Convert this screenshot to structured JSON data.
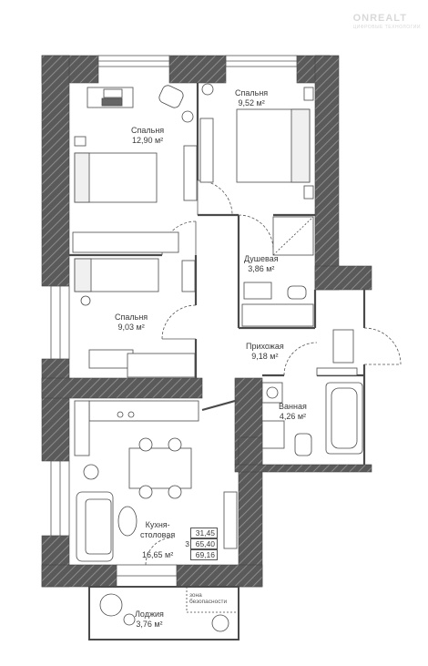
{
  "brand": {
    "logo_text": "ONREALT",
    "logo_subtext": "ЦИФРОВЫЕ ТЕХНОЛОГИИ"
  },
  "rooms": [
    {
      "id": "bedroom-1",
      "name": "Спальня",
      "area": "12,90 м²"
    },
    {
      "id": "bedroom-2",
      "name": "Спальня",
      "area": "9,52 м²"
    },
    {
      "id": "shower",
      "name": "Душевая",
      "area": "3,86 м²"
    },
    {
      "id": "bedroom-3",
      "name": "Спальня",
      "area": "9,03 м²"
    },
    {
      "id": "hallway",
      "name": "Прихожая",
      "area": "9,18 м²"
    },
    {
      "id": "bathroom",
      "name": "Ванная",
      "area": "4,26 м²"
    },
    {
      "id": "kitchen",
      "name": "Кухня-\nстоловая",
      "area": "16,65 м²"
    },
    {
      "id": "loggia",
      "name": "Лоджия",
      "area": "3,76 м²"
    }
  ],
  "area_summary": {
    "index": "3",
    "living": "31,45",
    "total": "65,40",
    "total_with_loggia": "69,16"
  },
  "safety_zone": "зона\nбезопасности",
  "colors": {
    "wall_fill": "#5c5c5c",
    "wall_hatch": "#8a8a8a",
    "line": "#4a4a4a"
  }
}
